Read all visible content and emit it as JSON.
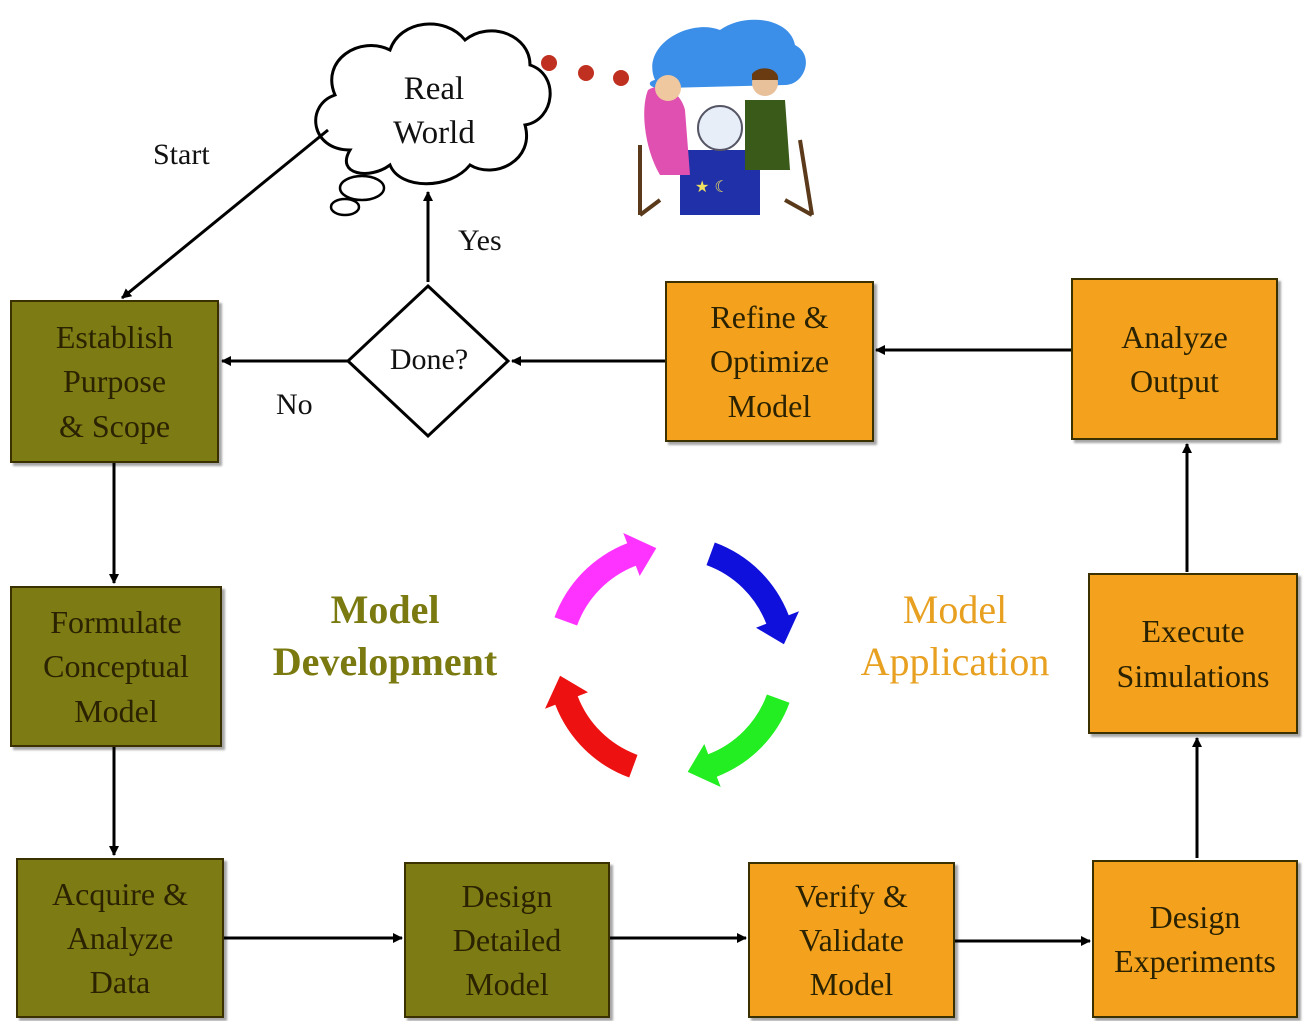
{
  "cloud": {
    "label": "Real\nWorld"
  },
  "decision": {
    "label": "Done?"
  },
  "edge_labels": {
    "start": "Start",
    "yes": "Yes",
    "no": "No"
  },
  "center": {
    "development": "Model\nDevelopment",
    "application": "Model\nApplication"
  },
  "boxes": {
    "establish": "Establish\nPurpose\n& Scope",
    "formulate": "Formulate\nConceptual\nModel",
    "acquire": "Acquire &\nAnalyze\nData",
    "design_model": "Design\nDetailed\nModel",
    "verify": "Verify &\nValidate\nModel",
    "design_experiments": "Design\nExperiments",
    "execute": "Execute\nSimulations",
    "analyze": "Analyze\nOutput",
    "refine": "Refine &\nOptimize\nModel"
  },
  "colors": {
    "development_box": "#7d7b14",
    "application_box": "#f4a21e",
    "development_text": "#7a7a10",
    "application_text": "#e8a020",
    "cycle": [
      "#ff33ff",
      "#1010dd",
      "#22ee22",
      "#ee1111"
    ]
  },
  "illustration": {
    "icon": "fortune-teller-crystal-ball-icon"
  }
}
